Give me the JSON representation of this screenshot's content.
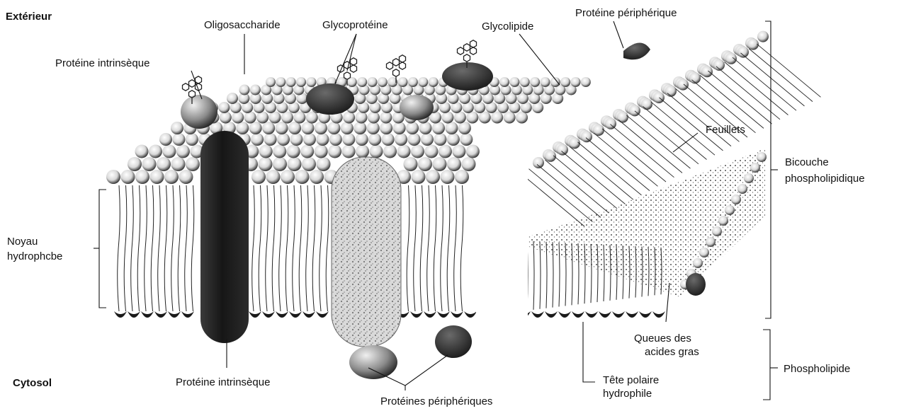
{
  "labels": {
    "exterieur": "Extérieur",
    "cytosol": "Cytosol",
    "oligosaccharide": "Oligosaccharide",
    "glycoproteine": "Glycoprotéine",
    "glycolipide": "Glycolipide",
    "proteine_peripherique_top": "Protéine périphérique",
    "proteine_intrinseque_top": "Protéine intrinsèque",
    "feuillets": "Feuillets",
    "bicouche_1": "Bicouche",
    "bicouche_2": "phospholipidique",
    "noyau_1": "Noyau",
    "noyau_2": "hydrophcbe",
    "queues_1": "Queues des",
    "queues_2": "acides gras",
    "phospholipide": "Phospholipide",
    "tete_1": "Tête polaire",
    "tete_2": "hydrophile",
    "proteine_intrinseque_bottom": "Protéine intrinsèque",
    "proteines_peripheriques_bottom": "Protéines périphériques"
  },
  "colors": {
    "ink": "#111111",
    "head_dark": "#222222",
    "head_light": "#f2f2f2",
    "protein_dark": "#2a2a2a",
    "protein_speckle": "#9a9a9a"
  }
}
